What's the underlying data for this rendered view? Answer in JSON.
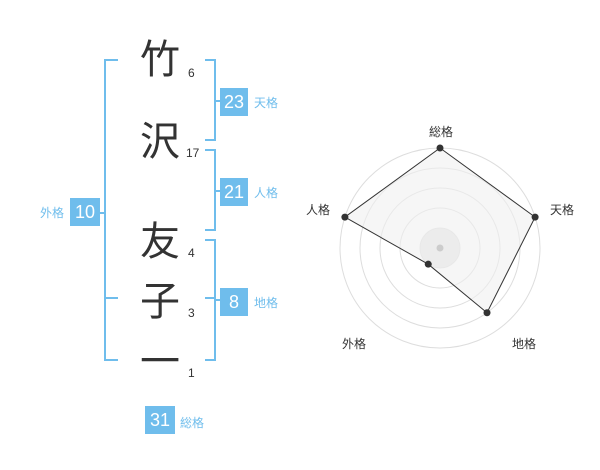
{
  "name_chars": [
    {
      "char": "竹",
      "strokes": "6"
    },
    {
      "char": "沢",
      "strokes": "17"
    },
    {
      "char": "友",
      "strokes": "4"
    },
    {
      "char": "子",
      "strokes": "3"
    },
    {
      "char": "一",
      "strokes": "1"
    }
  ],
  "fortunes": {
    "tenkaku": {
      "value": "23",
      "label": "天格"
    },
    "jinkaku": {
      "value": "21",
      "label": "人格"
    },
    "chikaku": {
      "value": "8",
      "label": "地格"
    },
    "gaikaku": {
      "value": "10",
      "label": "外格"
    },
    "soukaku": {
      "value": "31",
      "label": "総格"
    }
  },
  "radar": {
    "labels": {
      "soukaku": "総格",
      "tenkaku": "天格",
      "chikaku": "地格",
      "gaikaku": "外格",
      "jinkaku": "人格"
    },
    "levels": {
      "soukaku": 1.0,
      "tenkaku": 1.0,
      "chikaku": 0.8,
      "gaikaku": 0.2,
      "jinkaku": 1.0
    },
    "accent": "#6fbdec",
    "line_color": "#333333",
    "fill_color": "#f0f0f0"
  }
}
